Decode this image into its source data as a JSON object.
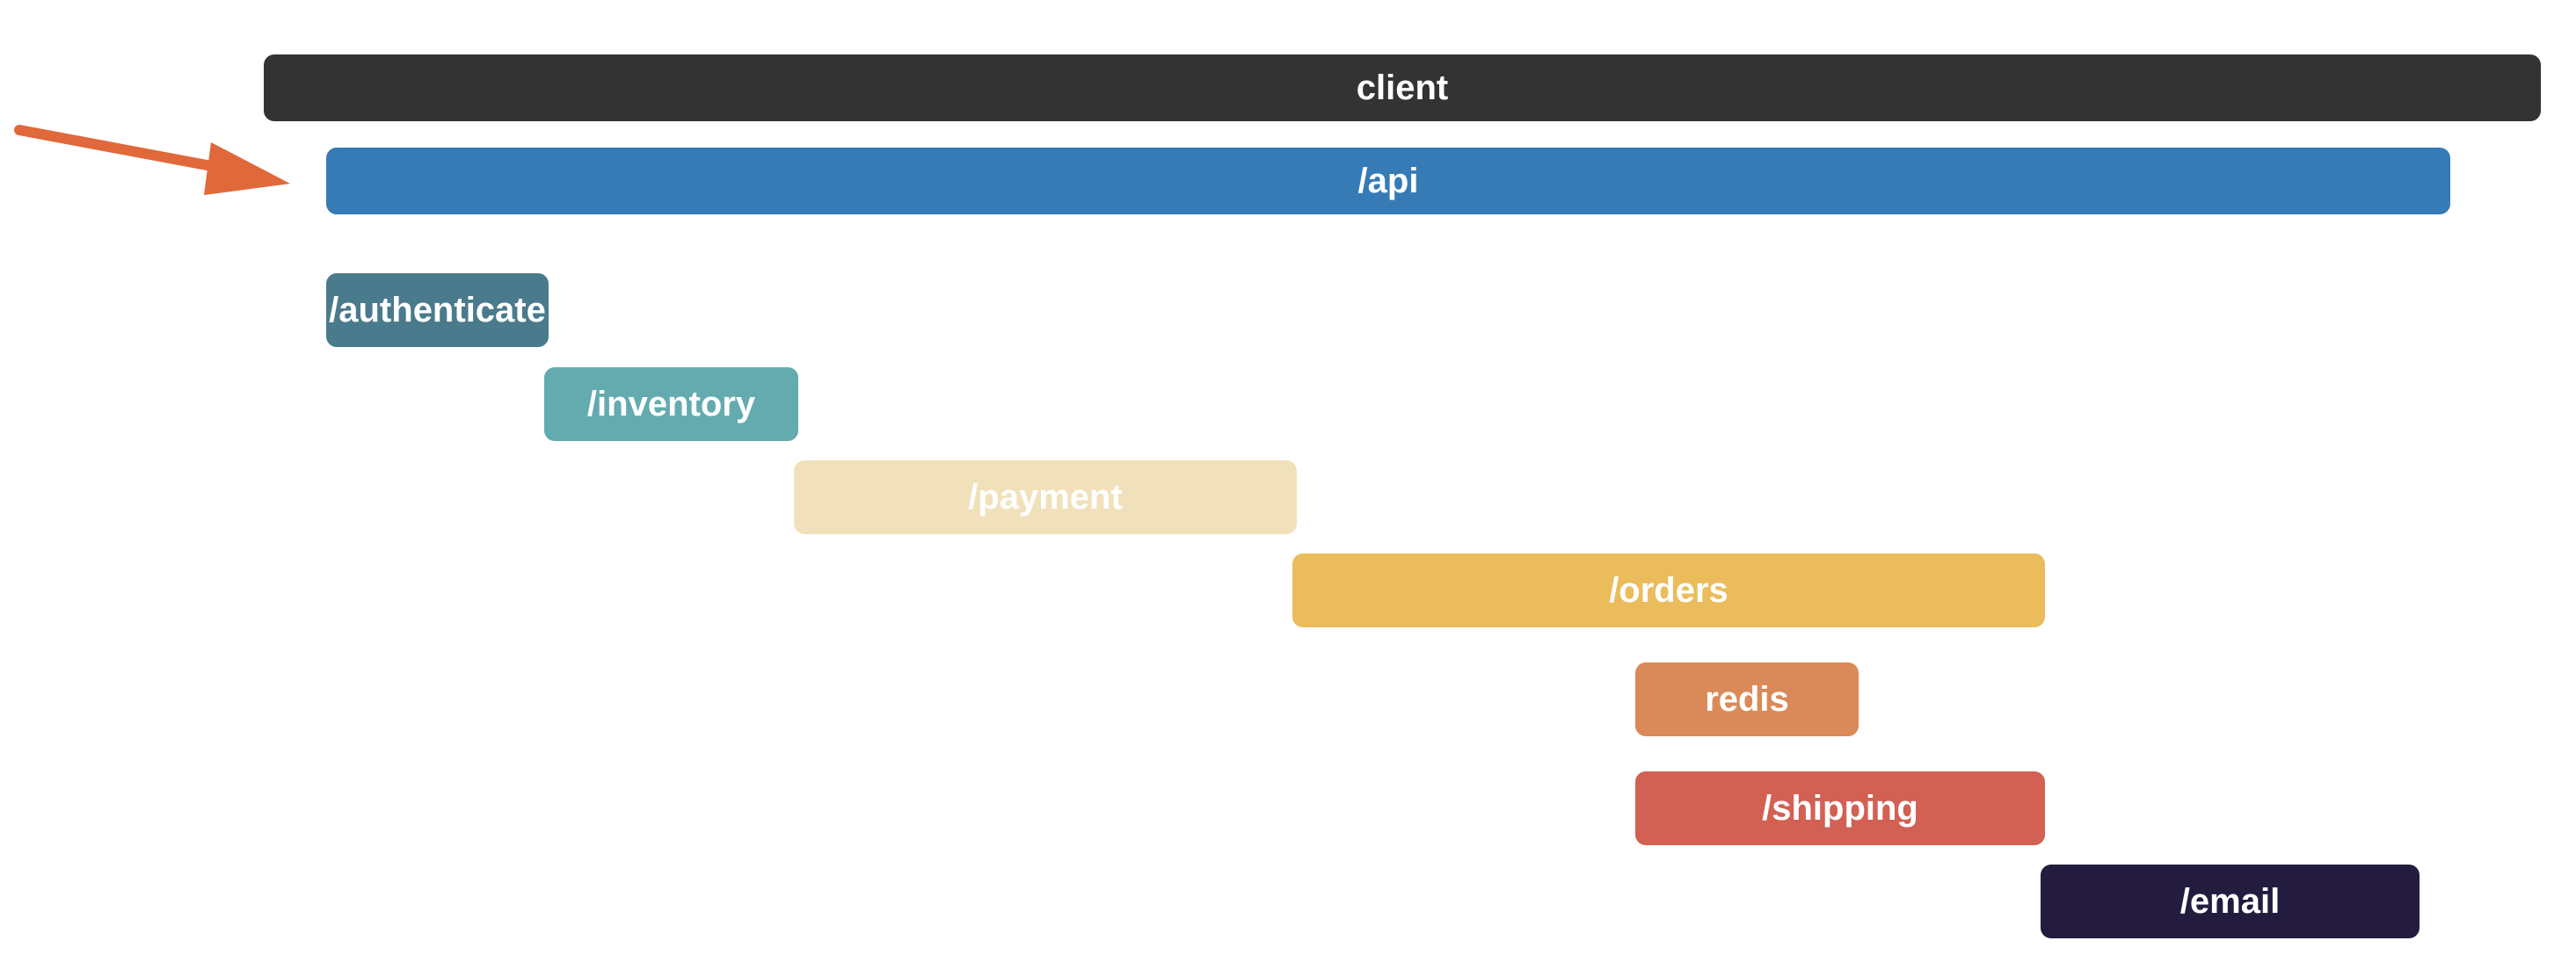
{
  "spans": [
    {
      "id": "client",
      "label": "client",
      "color": "#333333"
    },
    {
      "id": "api",
      "label": "/api",
      "color": "#367bb6"
    },
    {
      "id": "authenticate",
      "label": "/authenticate",
      "color": "#4a7b8c"
    },
    {
      "id": "inventory",
      "label": "/inventory",
      "color": "#64abb0"
    },
    {
      "id": "payment",
      "label": "/payment",
      "color": "#f1e1bb"
    },
    {
      "id": "orders",
      "label": "/orders",
      "color": "#ebbc5c"
    },
    {
      "id": "redis",
      "label": "redis",
      "color": "#da8a58"
    },
    {
      "id": "shipping",
      "label": "/shipping",
      "color": "#d26053"
    },
    {
      "id": "email",
      "label": "/email",
      "color": "#231c3e"
    }
  ],
  "pointer": {
    "icon": "arrow-right-icon",
    "color": "#e0683a",
    "target": "api"
  }
}
